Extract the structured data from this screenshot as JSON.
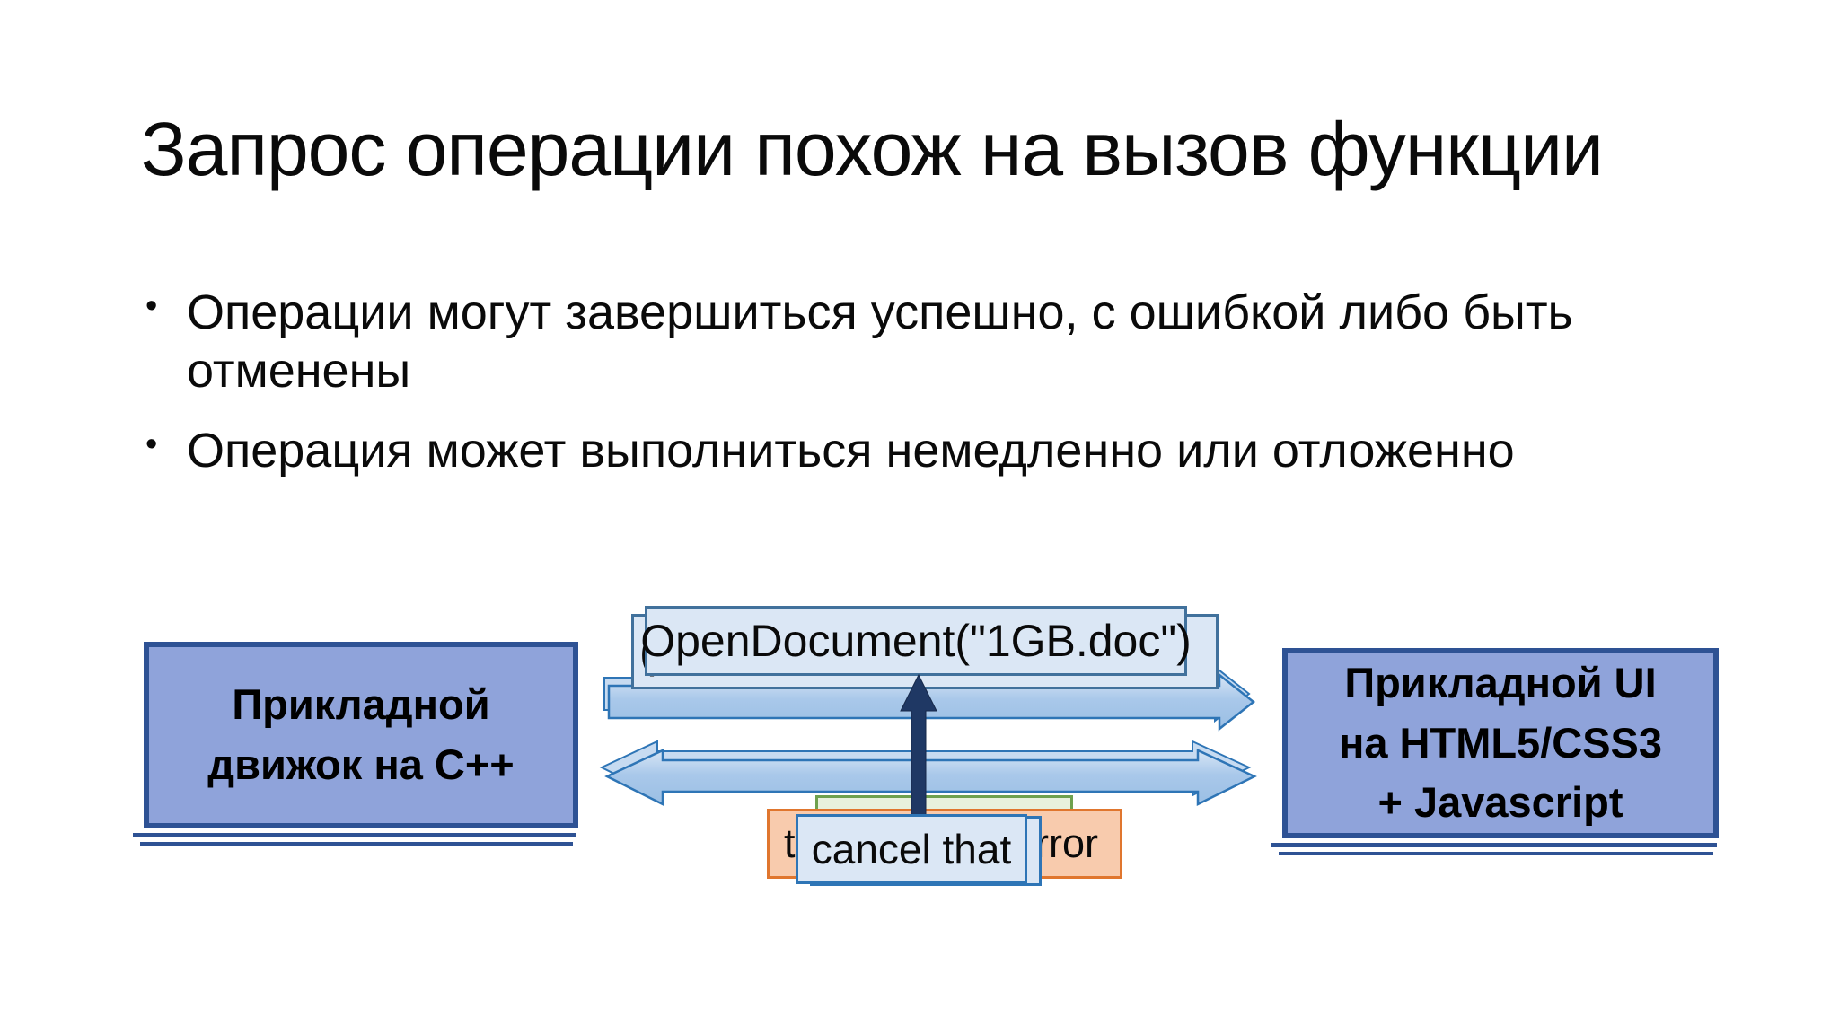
{
  "slide": {
    "title": "Запрос операции похож на вызов функции",
    "bullet_glyph": "•",
    "bullets": [
      "Операции могут завершиться успешно, с ошибкой либо быть отменены",
      "Операция может выполниться немедленно или отложенно"
    ]
  },
  "diagram": {
    "engine_box": {
      "lines": [
        "Прикладной",
        "движок на C++"
      ]
    },
    "ui_box": {
      "lines": [
        "Прикладной UI",
        "на HTML5/CSS3",
        "+ Javascript"
      ]
    },
    "call_label": {
      "text": "OpenDocument(\"1GB.doc\")",
      "ghost_fragment": "("
    },
    "cancel_box": {
      "text": "cancel that"
    },
    "error_box": {
      "visible_fragment_left": "t",
      "visible_fragment_right": "rror"
    },
    "colors": {
      "app_box_fill": "#8fa3da",
      "app_box_border": "#2e5294",
      "block_arrow_fill": "#9fc5e8",
      "block_arrow_border": "#2e75b6",
      "label_fill": "#dbe7f5",
      "label_border": "#41719c",
      "cancel_arrow_fill": "#1f3864",
      "error_box_fill": "#f8cbad",
      "error_box_border": "#e0762e",
      "pending_box_fill": "#e8f1dd",
      "pending_box_border": "#6fa14e"
    }
  }
}
